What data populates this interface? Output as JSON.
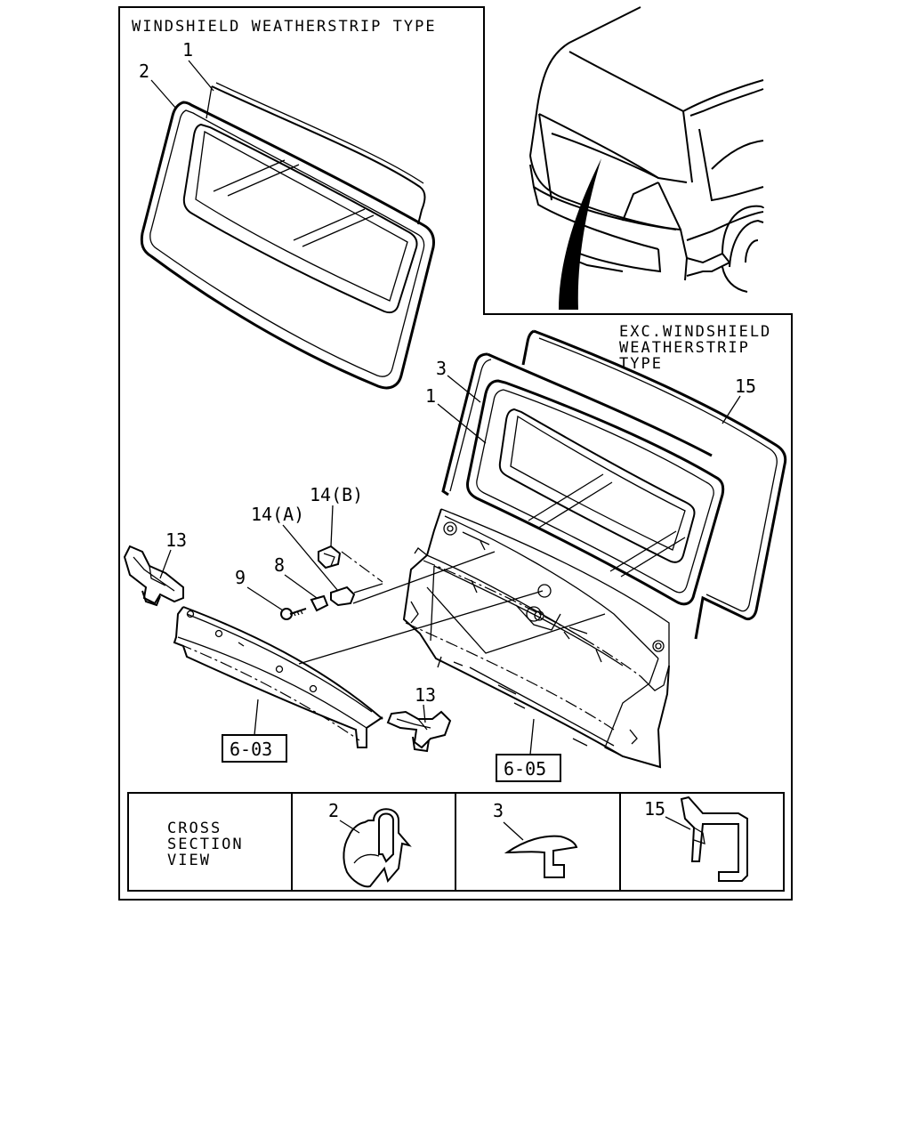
{
  "sections": {
    "windshield_weatherstrip_type": "WINDSHIELD WEATHERSTRIP TYPE",
    "exc_windshield_line1": "EXC.WINDSHIELD",
    "exc_windshield_line2": "WEATHERSTRIP",
    "exc_windshield_line3": "TYPE"
  },
  "callouts": {
    "top_part_1": "1",
    "top_part_2": "2",
    "mid_part_3": "3",
    "mid_part_1": "1",
    "mid_part_15": "15",
    "part_14a": "14(A)",
    "part_14b": "14(B)",
    "part_8": "8",
    "part_9": "9",
    "part_13_left": "13",
    "part_13_right": "13"
  },
  "references": {
    "ref_left": "6-03",
    "ref_right": "6-05"
  },
  "cross_section": {
    "title_line1": "CROSS",
    "title_line2": "SECTION",
    "title_line3": "VIEW",
    "cell_2": "2",
    "cell_3": "3",
    "cell_15": "15"
  }
}
